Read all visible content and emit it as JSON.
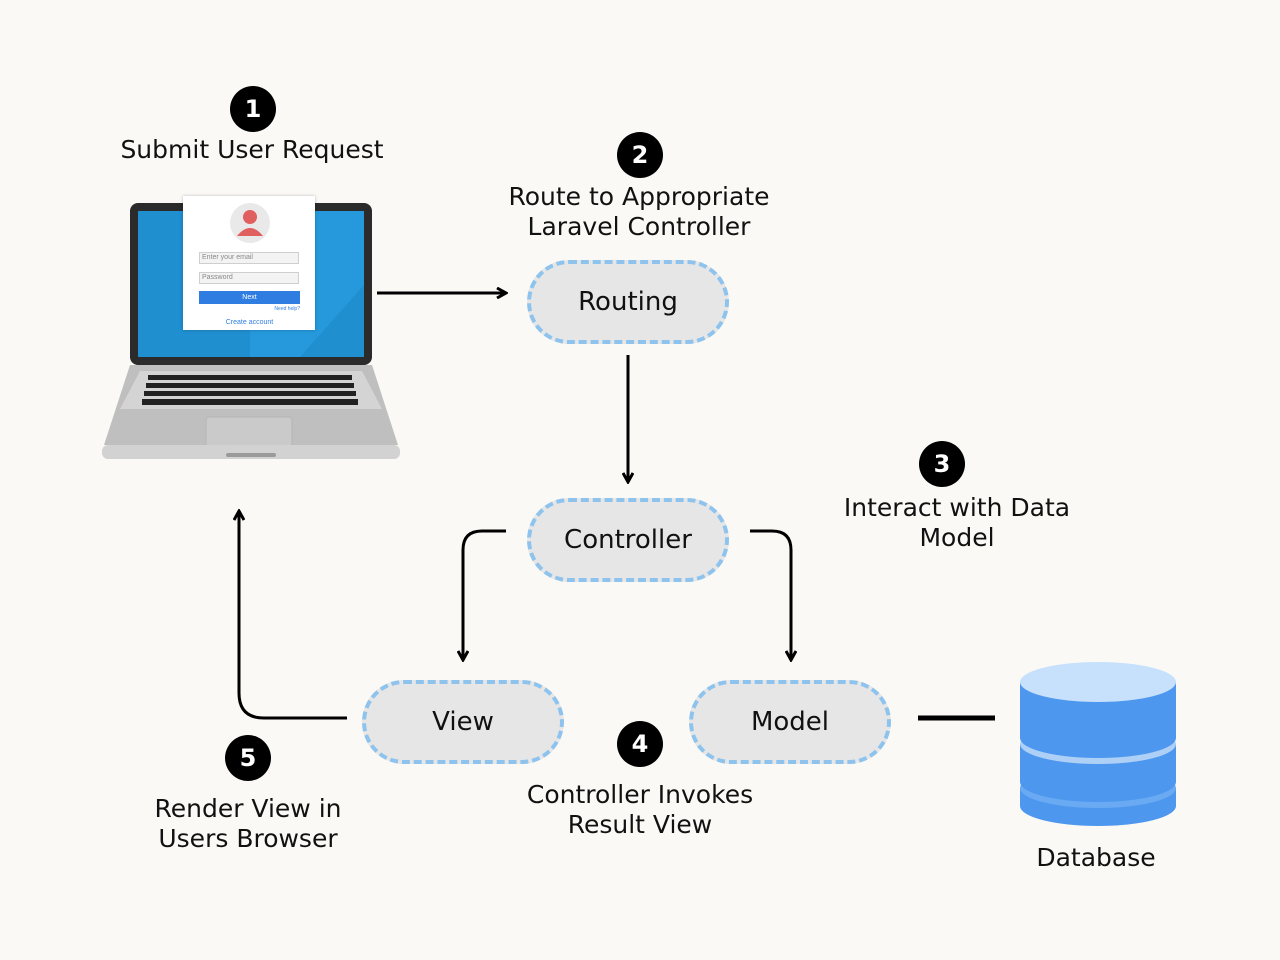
{
  "steps": [
    {
      "number": "1",
      "label": "Submit User Request"
    },
    {
      "number": "2",
      "label_lines": [
        "Route to Appropriate",
        "Laravel Controller"
      ]
    },
    {
      "number": "3",
      "label_lines": [
        "Interact with Data",
        "Model"
      ]
    },
    {
      "number": "4",
      "label_lines": [
        "Controller Invokes",
        "Result View"
      ]
    },
    {
      "number": "5",
      "label_lines": [
        "Render View in",
        "Users Browser"
      ]
    }
  ],
  "nodes": {
    "routing": "Routing",
    "controller": "Controller",
    "view": "View",
    "model": "Model"
  },
  "database": {
    "label": "Database"
  },
  "laptop_form": {
    "email_placeholder": "Enter your email",
    "password_placeholder": "Password",
    "next_label": "Next",
    "help_label": "Need help?",
    "create_account_label": "Create account"
  },
  "colors": {
    "background": "#faf9f5",
    "node_fill": "#e6e6e6",
    "node_border": "#8ec3ee",
    "database_blue": "#4d97ef",
    "screen_blue": "#1f8fd0"
  }
}
